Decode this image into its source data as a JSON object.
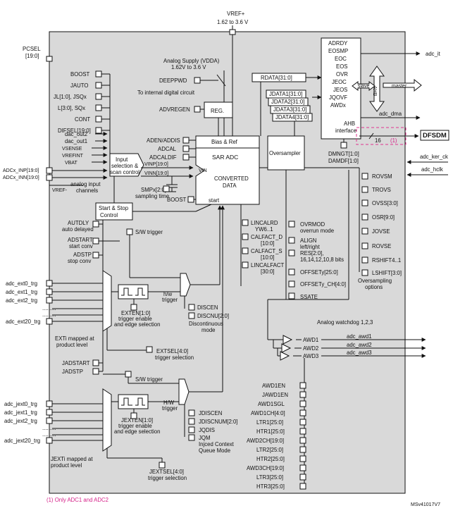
{
  "vref_top": {
    "label": "VREF+",
    "range": "1.62 to 3.6 V"
  },
  "pcsel": {
    "l1": "PCSEL",
    "l2": "[19:0]"
  },
  "analog_supply": {
    "l1": "Analog Supply (VDDA)",
    "l2": "1.62V to 3.6 V"
  },
  "deeppwd": "DEEPPWD",
  "to_internal": "To internal digital circuit",
  "advregen": "ADVREGEN",
  "reg_label": "REG.",
  "left_regs": [
    "BOOST",
    "JAUTO",
    "JL[1:0], JSQx",
    "L[3:0], SQx",
    "CONT",
    "DIFSEL[19:0]"
  ],
  "left_signals": [
    "dac_out2",
    "dac_out1",
    "VSENSE",
    "VREFINT",
    "VBAT"
  ],
  "inputs": {
    "inp": "ADCx_INP[19:0]",
    "inn": "ADCx_INN[19:0]",
    "vinp": "VINP[19:0]",
    "vinn": "VINN[19:0]",
    "vref_minus": "VREF-",
    "caption1": "analog input",
    "caption2": "channels"
  },
  "input_sel": [
    "Input",
    "selection &",
    "scan control"
  ],
  "smpx": {
    "l1": "SMPx[2:0]",
    "l2": "sampling time"
  },
  "adc_core": {
    "title": "SAR ADC",
    "vin": "VIN",
    "c1": "CONVERTED",
    "c2": "DATA",
    "start": "start",
    "bias": "Bias & Ref"
  },
  "core_regs": [
    "ADEN/ADDIS",
    "ADCAL",
    "ADCALDIF"
  ],
  "boost2": "BOOST",
  "start_stop": [
    "Start & Stop",
    "Control"
  ],
  "autdly": {
    "l1": "AUTDLY",
    "l2": "auto delayed"
  },
  "adstart": {
    "l1": "ADSTART",
    "l2": "start conv"
  },
  "adstp": {
    "l1": "ADSTP",
    "l2": "stop conv"
  },
  "sw_trigger": "S/W trigger",
  "hw_trigger": {
    "l1": "h/w",
    "l2": "trigger"
  },
  "ext_trgs": [
    "adc_ext0_trg",
    "adc_ext1_trg",
    "adc_ext2_trg",
    "adc_ext20_trg"
  ],
  "exten": {
    "l1": "EXTEN[1:0]",
    "l2": "trigger enable",
    "l3": "and edge selection"
  },
  "disc": {
    "a": "DISCEN",
    "b": "DISCNU[2:0]",
    "c": "Discontinuous",
    "d": "mode"
  },
  "exti_caption": {
    "l1": "EXTi mapped at",
    "l2": "product level"
  },
  "extsel": {
    "l1": "EXTSEL[4:0]",
    "l2": "trigger selection"
  },
  "jadstart": "JADSTART",
  "jadstp": "JADSTP",
  "sw_trigger2": "S/W trigger",
  "hw_trigger2": {
    "l1": "H/W",
    "l2": "trigger"
  },
  "jext_trgs": [
    "adc_jext0_trg",
    "adc_jext1_trg",
    "adc_jext2_trg",
    "adc_jext20_trg"
  ],
  "jexten": {
    "l1": "JEXTEN[1:0]",
    "l2": "trigger enable",
    "l3": "and edge selection"
  },
  "jregs": {
    "a": "JDISCEN",
    "b": "JDISCNUM[2:0]",
    "c": "JQDIS",
    "d": "JQM",
    "e": "Injced Context",
    "f": "Queue Mode"
  },
  "jexti_caption": {
    "l1": "JEXTi mapped at",
    "l2": "product level"
  },
  "jextsel": {
    "l1": "JEXTSEL[4:0]",
    "l2": "trigger selection"
  },
  "rdata": "RDATA[31:0]",
  "jdata": [
    "JDATA1[31:0]",
    "JDATA2[31:0]",
    "JDATA3[31:0]",
    "JDATA4[31:0]"
  ],
  "oversampler": "Oversampler",
  "ahb_flags": [
    "ADRDY",
    "EOSMP",
    "EOC",
    "EOS",
    "OVR",
    "JEOC",
    "JEOS",
    "JQOVF",
    "AWDx"
  ],
  "ahb_label": {
    "l1": "AHB",
    "l2": "interface",
    "bus": "AHB",
    "slave": "slave",
    "master": "master"
  },
  "adc_it": "adc_it",
  "adc_dma": "adc_dma",
  "dfsdm": {
    "label": "DFSDM",
    "width": "16",
    "note": "(1)"
  },
  "adc_ker_ck": "adc_ker_ck",
  "adc_hclk": "adc_hclk",
  "dmngt": {
    "l1": "DMNGT[1:0]",
    "l2": "DAMDF[1:0]"
  },
  "right_regs": [
    "ROVSM",
    "TROVS",
    "OVSS[3:0]",
    "OSR[9:0]",
    "JOVSE",
    "ROVSE",
    "RSHIFT4..1",
    "LSHIFT[3:0]"
  ],
  "ovs_options": {
    "l1": "Oversampling",
    "l2": "options"
  },
  "mid_regs": [
    {
      "l1": "LINCALRD",
      "l2": "YW6..1"
    },
    {
      "l1": "CALFACT_D",
      "l2": "[10:0]"
    },
    {
      "l1": "CALFACT_S",
      "l2": "[10:0]"
    },
    {
      "l1": "LINCALFACT",
      "l2": "[30:0]"
    }
  ],
  "ovr_regs": [
    {
      "l1": "OVRMOD",
      "l2": "overrun mode"
    },
    {
      "l1": "ALIGN",
      "l2": "left/right"
    },
    {
      "l1": "RES[2:0],",
      "l2": "16,14,12,10,8 bits"
    },
    {
      "l1": "OFFSETy[25:0]",
      "l2": ""
    },
    {
      "l1": "OFFSETy_CH[4:0]",
      "l2": ""
    },
    {
      "l1": "SSATE",
      "l2": ""
    }
  ],
  "awd_title": "Analog watchdog 1,2,3",
  "awd": [
    "AWD1",
    "AWD2",
    "AWD3"
  ],
  "awd_out": [
    "adc_awd1",
    "adc_awd2",
    "adc_awd3"
  ],
  "awd_regs": [
    "AWD1EN",
    "JAWD1EN",
    "AWD1SGL",
    "AWD1CH[4:0]",
    "LTR1[25:0]",
    "HTR1[25:0]",
    "AWD2CH[19:0]",
    "LTR2[25:0]",
    "HTR2[25:0]",
    "AWD3CH[19:0]",
    "LTR3[25:0]",
    "HTR3[25:0]"
  ],
  "footnote": "(1) Only ADC1 and ADC2",
  "code": "MSv41017V7",
  "colors": {
    "panel": "#d9d9d9",
    "footnote": "#d6238a",
    "dashed": "#e0358f"
  }
}
